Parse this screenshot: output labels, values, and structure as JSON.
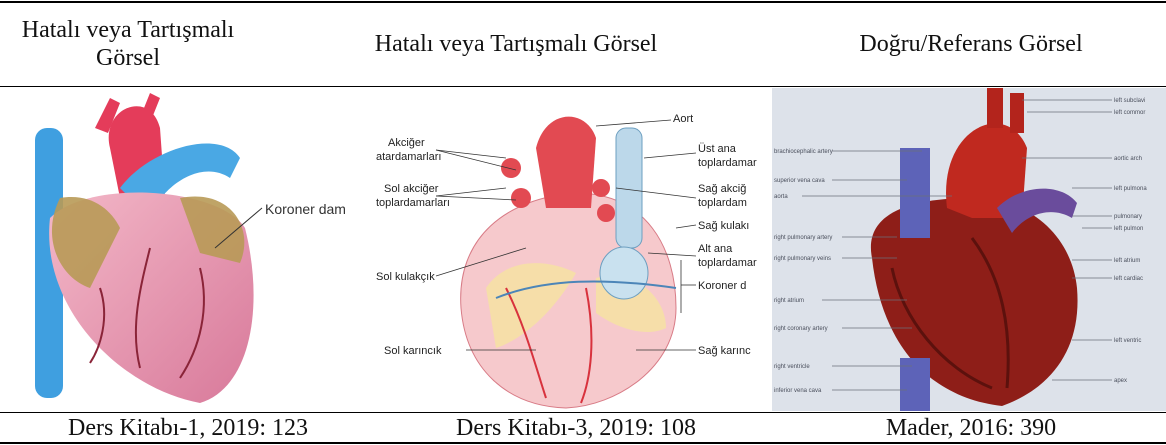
{
  "table": {
    "headers": [
      "Hatalı veya Tartışmalı Görsel",
      "Hatalı veya Tartışmalı Görsel",
      "Doğru/Referans Görsel"
    ],
    "captions": [
      "Ders Kitabı-1, 2019: 123",
      "Ders Kitabı-3, 2019: 108",
      "Mader, 2016: 390"
    ]
  },
  "figure1": {
    "label": "Koroner dam"
  },
  "figure2": {
    "labels": {
      "aort": "Aort",
      "akciger_atar_1": "Akciğer",
      "akciger_atar_2": "atardamarları",
      "ust_ana_1": "Üst ana",
      "ust_ana_2": "toplardamar",
      "sol_akciger_1": "Sol akciğer",
      "sol_akciger_2": "toplardamarları",
      "sag_akciger_1": "Sağ akciğ",
      "sag_akciger_2": "toplardam",
      "sag_kulakcik": "Sağ kulakı",
      "alt_ana_1": "Alt ana",
      "alt_ana_2": "toplardamar",
      "sol_kulakcik": "Sol kulakçık",
      "koroner": "Koroner d",
      "sol_karincik": "Sol karıncık",
      "sag_karincik": "Sağ karınc"
    }
  },
  "figure3": {
    "left_labels": [
      "brachiocephalic artery",
      "superior vena cava",
      "aorta",
      "right pulmonary artery",
      "right pulmonary veins",
      "right atrium",
      "right coronary artery",
      "right ventricle",
      "inferior vena cava"
    ],
    "right_labels": [
      "left subclavi",
      "left commor",
      "aortic arch",
      "left pulmona",
      "pulmonary",
      "left pulmon",
      "left atrium",
      "left cardiac",
      "left ventric",
      "apex"
    ]
  }
}
